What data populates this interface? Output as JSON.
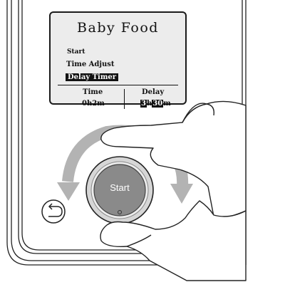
{
  "display": {
    "title": "Baby Food",
    "menu": [
      {
        "label": "Start",
        "selected": false
      },
      {
        "label": "Time Adjust",
        "selected": false
      },
      {
        "label": "Delay Timer",
        "selected": true
      }
    ],
    "time": {
      "label": "Time",
      "value": "0h2m"
    },
    "delay": {
      "label": "Delay",
      "hours": "3",
      "h_unit": "h",
      "minutes": "30",
      "m_unit": "m"
    }
  },
  "controls": {
    "dial_label": "Start",
    "back_icon": "back-arrow-icon",
    "rotate_icon": "rotate-arrows-icon"
  }
}
